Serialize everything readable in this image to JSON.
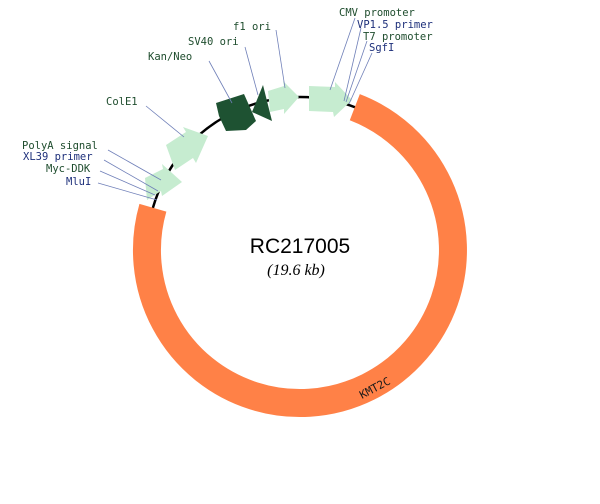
{
  "plasmid": {
    "name": "RC217005",
    "size": "(19.6 kb)"
  },
  "gene": {
    "name": "KMT2C",
    "color": "#ff8147"
  },
  "colors": {
    "backbone": "#000000",
    "light_feature": "#c6ecd0",
    "dark_feature": "#1e5232",
    "label_green": "#1f4d2e",
    "label_blue": "#1d2f7a"
  },
  "labels": {
    "cmv_promoter": "CMV promoter",
    "vp15_primer": "VP1.5 primer",
    "t7_promoter": "T7 promoter",
    "sgfi": "SgfI",
    "f1_ori": "f1 ori",
    "sv40_ori": "SV40 ori",
    "kan_neo": "Kan/Neo",
    "cole1": "ColE1",
    "polya_signal": "PolyA signal",
    "xl39_primer": "XL39 primer",
    "myc_ddk": "Myc-DDK",
    "mlui": "MluI"
  }
}
